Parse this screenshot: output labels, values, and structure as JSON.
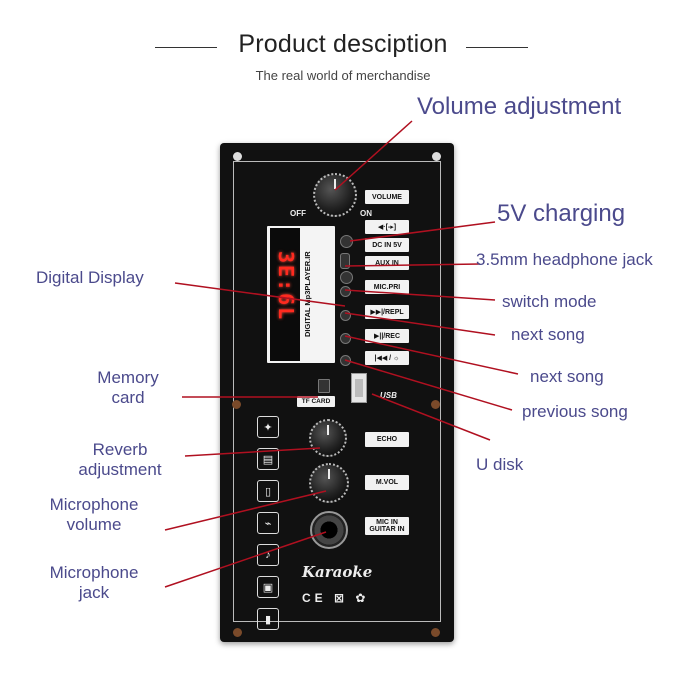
{
  "header": {
    "title": "Product desciption",
    "subtitle": "The real world of merchandise"
  },
  "callouts": {
    "volume_adjustment": "Volume adjustment",
    "charging": "5V charging",
    "headphone_jack": "3.5mm headphone jack",
    "digital_display": "Digital Display",
    "switch_mode": "switch mode",
    "next_song_1": "next song",
    "next_song_2": "next song",
    "previous_song": "previous song",
    "memory_card_line1": "Memory",
    "memory_card_line2": "card",
    "u_disk": "U disk",
    "reverb_line1": "Reverb",
    "reverb_line2": "adjustment",
    "mic_volume_line1": "Microphone",
    "mic_volume_line2": "volume",
    "mic_jack_line1": "Microphone",
    "mic_jack_line2": "jack"
  },
  "panel": {
    "off_label": "OFF",
    "on_label": "ON",
    "volume_label": "VOLUME",
    "dc_in": "DC IN 5V",
    "aux_in": "AUX IN",
    "mic_pri": "MIC.PRI",
    "repl": "▶▶|/REPL",
    "rec": "▶||/REC",
    "prev": "|◀◀ / ☼",
    "display_digits": "3E:6L",
    "strip_text": "DIGITAL Mp3PLAYER.IR",
    "tf_card": "TF CARD",
    "usb": "USB",
    "echo": "ECHO",
    "mvol": "M.VOL",
    "mic_in_line1": "MIC IN",
    "mic_in_line2": "GUITAR IN",
    "brand": "Karaoke",
    "marks": "CE"
  },
  "colors": {
    "callout_text": "#4b4a8c",
    "leader_line": "#b01020",
    "panel_bg": "#111111",
    "display_red": "#ff2a1f"
  }
}
